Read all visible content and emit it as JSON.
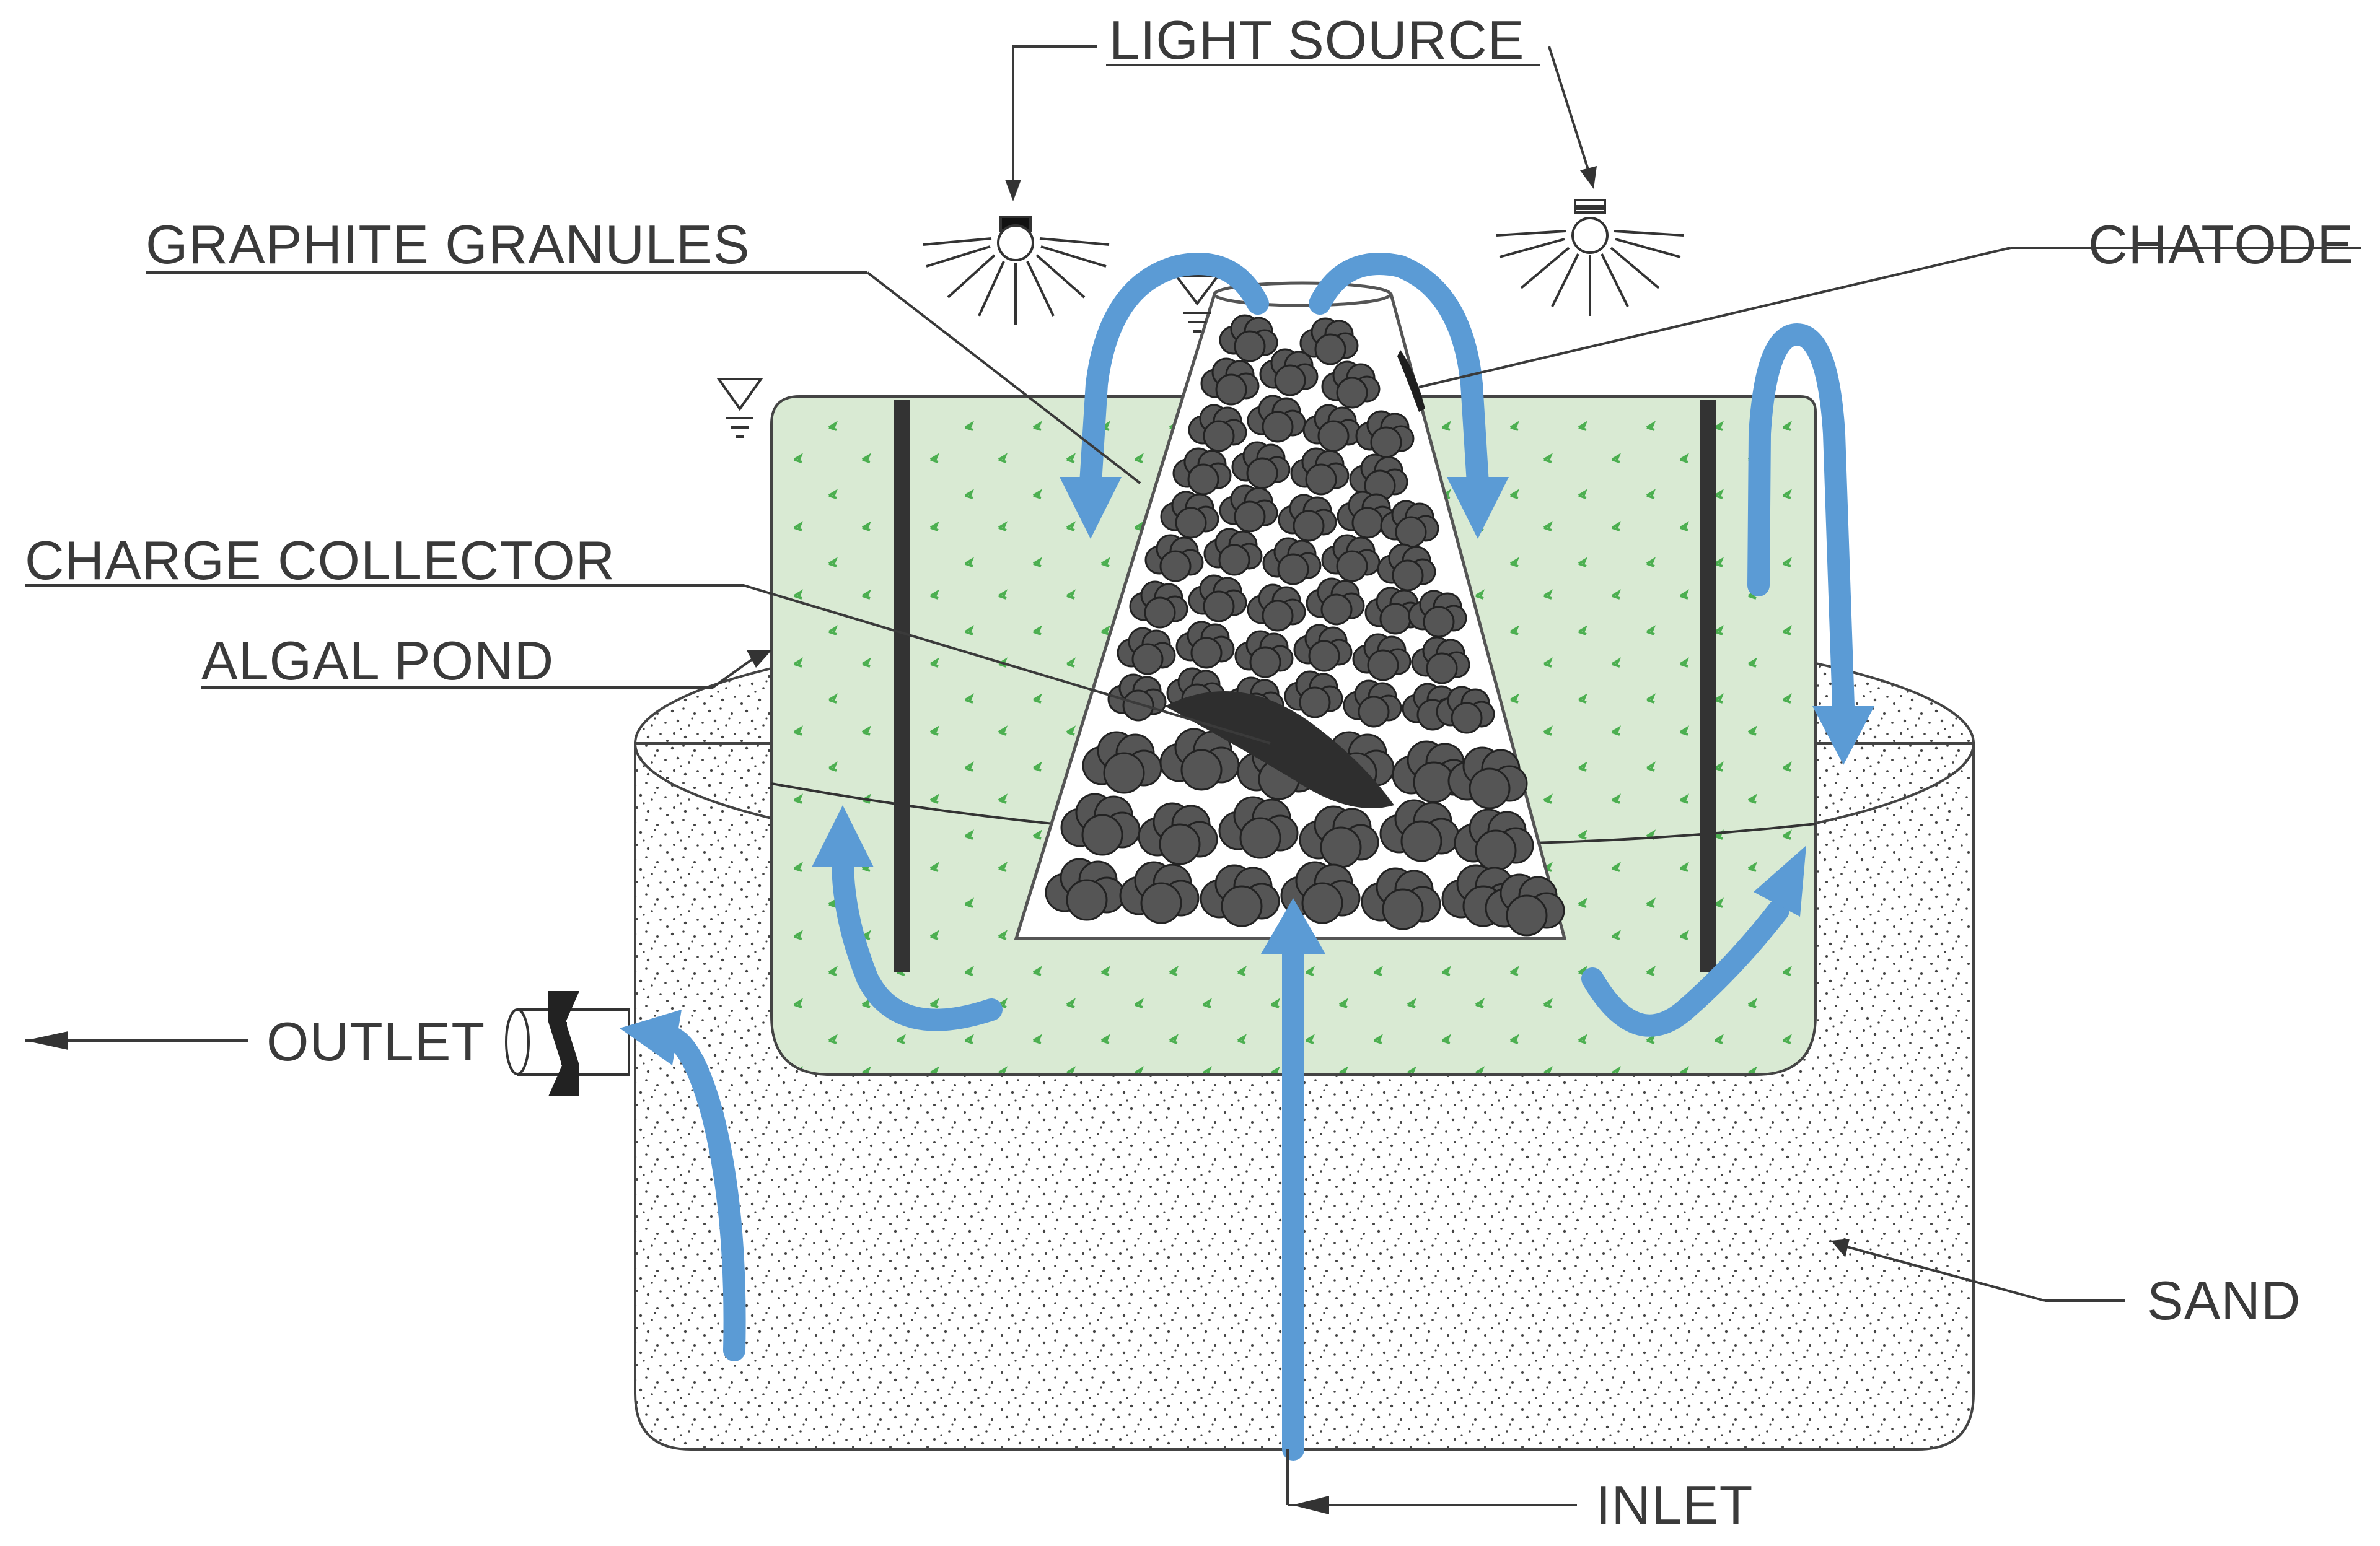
{
  "labels": {
    "light_source": "LIGHT SOURCE",
    "graphite_granules": "GRAPHITE GRANULES",
    "cathode": "CHATODE",
    "charge_collector": "CHARGE COLLECTOR",
    "algal_pond": "ALGAL POND",
    "outlet": "OUTLET",
    "sand": "SAND",
    "inlet": "INLET"
  },
  "colors": {
    "water_flow": "#5b9bd5",
    "algal_pond_fill": "#d9ead3",
    "algae_marks": "#4caf50",
    "graphite": "#555555",
    "graphite_outline": "#222222",
    "sand_dots": "#444444",
    "electrode": "#333333",
    "text": "#3a3a3a"
  },
  "icons": {
    "light": "lamp-with-rays-icon",
    "water_level": "water-level-triangle-icon",
    "valve": "valve-icon"
  }
}
